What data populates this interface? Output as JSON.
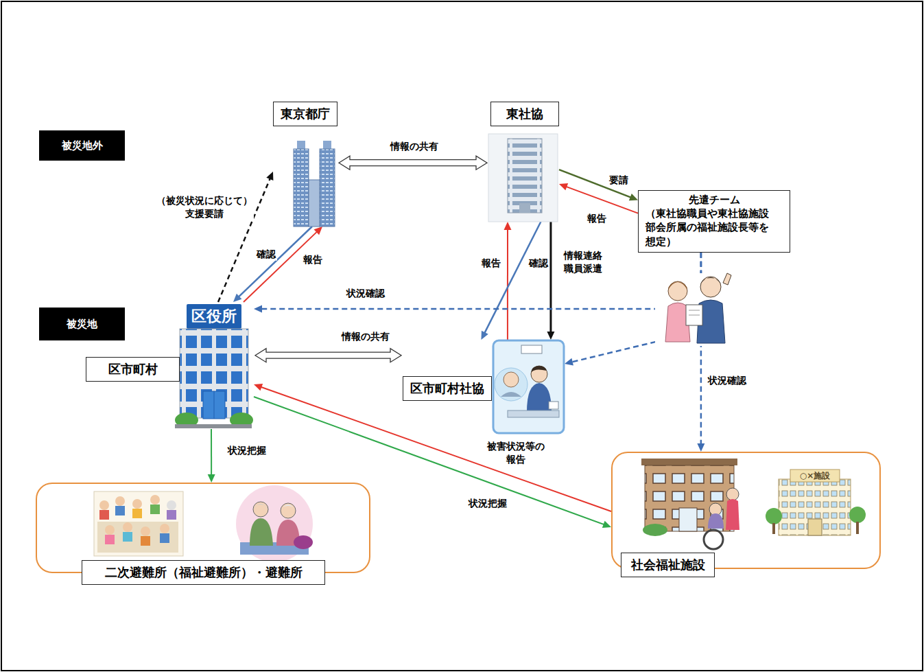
{
  "diagram": {
    "nodes": [
      {
        "text": [
          "被災地外"
        ]
      },
      {
        "text": [
          "東京都庁"
        ]
      },
      {
        "text": [
          "東社協"
        ]
      },
      {
        "text": [
          "先遣チーム",
          "（東社協職員や東社協施設 部会所属の福祉施設長等を 想定）"
        ]
      },
      {
        "text": [
          "被災地"
        ]
      },
      {
        "text": [
          "区市町村"
        ]
      },
      {
        "text": [
          "区市町村社協"
        ]
      },
      {
        "text": [
          "二次避難所（福祉避難所）・避難所"
        ]
      },
      {
        "text": [
          "社会福祉施設"
        ]
      }
    ],
    "edges": [
      {
        "from": 5,
        "to": 1,
        "arrow": "to",
        "label": "（被災状況に応じて） 支援要請"
      },
      {
        "from": 1,
        "to": 5,
        "arrow": "to",
        "label": "確認"
      },
      {
        "from": 5,
        "to": 1,
        "arrow": "to",
        "label": "報告"
      },
      {
        "from": 1,
        "to": 2,
        "arrow": "both",
        "label": "情報の共有"
      },
      {
        "from": 2,
        "to": 3,
        "arrow": "to",
        "label": "要請"
      },
      {
        "from": 3,
        "to": 2,
        "arrow": "to",
        "label": "報告"
      },
      {
        "from": 6,
        "to": 2,
        "arrow": "to",
        "label": "報告"
      },
      {
        "from": 2,
        "to": 6,
        "arrow": "to",
        "label": "確認"
      },
      {
        "from": 2,
        "to": 6,
        "arrow": "to",
        "label": "情報連絡 職員派遣"
      },
      {
        "from": 3,
        "to": 5,
        "arrow": "to",
        "label": "状況確認"
      },
      {
        "from": 3,
        "to": 6,
        "arrow": "to"
      },
      {
        "from": 3,
        "to": 8,
        "arrow": "to",
        "label": "状況確認"
      },
      {
        "from": 5,
        "to": 6,
        "arrow": "both",
        "label": "情報の共有"
      },
      {
        "from": 5,
        "to": 7,
        "arrow": "to",
        "label": "状況把握"
      },
      {
        "from": 5,
        "to": 8,
        "arrow": "to",
        "label": "状況把握"
      },
      {
        "from": 8,
        "to": 5,
        "arrow": "to",
        "label": "被害状況等の 報告"
      }
    ],
    "labels": [
      "区役所",
      "○×施設"
    ]
  }
}
